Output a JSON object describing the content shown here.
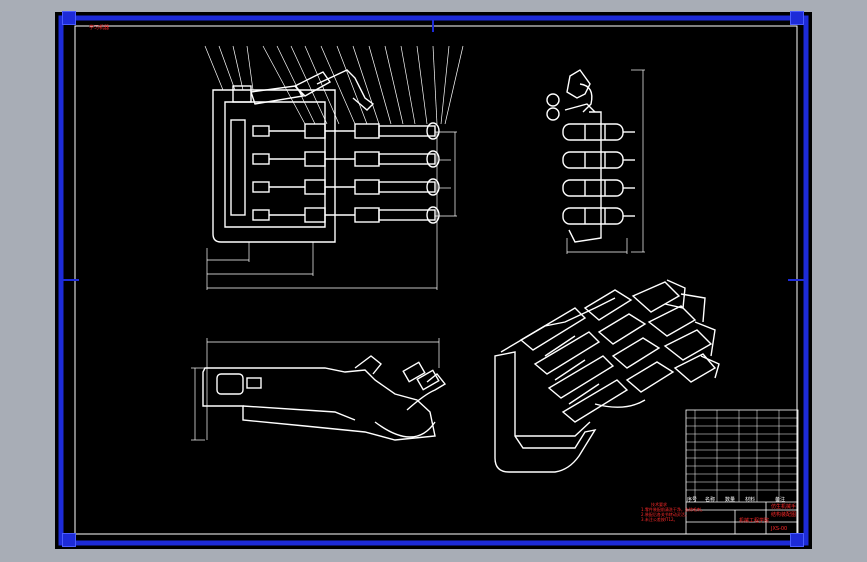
{
  "drawing": {
    "top_left_tag": "学习机器",
    "notes_title": "技术要求",
    "notes": [
      "1.零件装配前清洗干净，去除毛刺。",
      "2.装配后各关节转动灵活。",
      "3.未注公差按IT12。"
    ],
    "title_block": {
      "title_line1": "仿生机械手",
      "title_line2": "结构装配图",
      "drawing_no": "JXS-00",
      "school": "机械工程学院"
    },
    "parts_header": [
      "序号",
      "名称",
      "数量",
      "材料",
      "备注"
    ],
    "colors": {
      "frame": "#1d2bd8",
      "lines": "#ffffff",
      "text": "#ff2a2a",
      "sheet": "#000000",
      "background": "#a8adb6"
    }
  }
}
